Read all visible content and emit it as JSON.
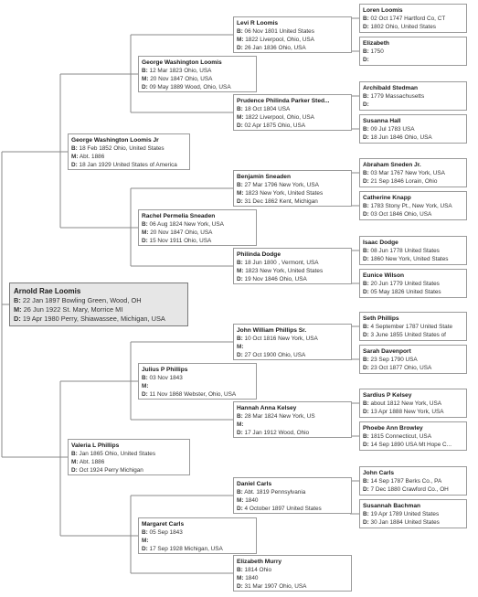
{
  "people": {
    "arnold": {
      "name": "Arnold Rae Loomis",
      "b": "22 Jan 1897 Bowling Green, Wood, OH",
      "m": "26 Jun 1922 St. Mary, Morrice MI",
      "d": "19 Apr 1980 Perry, Shiawassee, Michigan, USA"
    },
    "gwl_jr": {
      "name": "George Washington Loomis Jr",
      "b": "18 Feb 1852 Ohio, United States",
      "m": "Abt. 1886",
      "d": "18 Jan 1929 United States of America"
    },
    "valeria": {
      "name": "Valeria L Phillips",
      "b": "Jan 1865 Ohio, United States",
      "m": "Abt. 1886",
      "d": "Oct 1924 Perry Michigan"
    },
    "gwl": {
      "name": "George Washington Loomis",
      "b": "12 Mar 1823 Ohio, USA",
      "m": "20 Nov 1847 Ohio, USA",
      "d": "09 May 1889 Wood, Ohio, USA"
    },
    "rachel": {
      "name": "Rachel Permelia Sneaden",
      "b": "06 Aug 1824 New York, USA",
      "m": "20 Nov 1847 Ohio, USA",
      "d": "15 Nov 1911 Ohio, USA"
    },
    "julius": {
      "name": "Julius P Phillips",
      "b": "03 Nov 1843",
      "m": "",
      "d": "11 Nov 1868 Webster, Ohio, USA"
    },
    "margaret": {
      "name": "Margaret Carls",
      "b": "05 Sep 1843",
      "m": "",
      "d": "17 Sep 1928 Michigan, USA"
    },
    "levi": {
      "name": "Levi R Loomis",
      "b": "06 Nov 1801 United States",
      "m": "1822 Liverpool, Ohio, USA",
      "d": "26 Jan 1836 Ohio, USA"
    },
    "prudence": {
      "name": "Prudence Philinda Parker Sted...",
      "b": "18 Oct 1804 USA",
      "m": "1822 Liverpool, Ohio, USA",
      "d": "02 Apr 1875 Ohio, USA"
    },
    "benjamin": {
      "name": "Benjamin Sneaden",
      "b": "27 Mar 1796 New York, USA",
      "m": "1823 New York, United States",
      "d": "31 Dec 1862 Kent, Michigan"
    },
    "philinda": {
      "name": "Philinda Dodge",
      "b": "18 Jun 1800 , Vermont, USA",
      "m": "1823 New York, United States",
      "d": "19 Nov 1846 Ohio, USA"
    },
    "jwp": {
      "name": "John William Phillips Sr.",
      "b": "10 Oct 1816 New York, USA",
      "m": "",
      "d": "27 Oct 1900 Ohio, USA"
    },
    "hannah": {
      "name": "Hannah Anna Kelsey",
      "b": "28 Mar 1824 New York, US",
      "m": "",
      "d": "17 Jan 1912 Wood, Ohio"
    },
    "daniel": {
      "name": "Daniel Carls",
      "b": "Abt. 1819 Pennsylvania",
      "m": "1840",
      "d": "4 October 1897 United States"
    },
    "elizabeth_m": {
      "name": "Elizabeth Murry",
      "b": "1814 Ohio",
      "m": "1840",
      "d": "31 Mar 1907 Ohio, USA"
    },
    "loren": {
      "name": "Loren Loomis",
      "b": "02 Oct 1747 Hartford Co, CT",
      "d": "1802 Ohio, United States"
    },
    "elizabeth_l": {
      "name": "Elizabeth",
      "b": "1750",
      "d": ""
    },
    "archibald": {
      "name": "Archibald Stedman",
      "b": "1779 Massachusetts",
      "d": ""
    },
    "susanna_h": {
      "name": "Susanna Hall",
      "b": "09 Jul 1783 USA",
      "d": "18 Jun 1846 Ohio, USA"
    },
    "abraham": {
      "name": "Abraham Sneden Jr.",
      "b": "03 Mar 1767 New York, USA",
      "d": "21 Sep 1846 Lorain, Ohio"
    },
    "catherine": {
      "name": "Catherine Knapp",
      "b": "1783 Stony Pt., New York, USA",
      "d": "03 Oct 1846 Ohio, USA"
    },
    "isaac": {
      "name": "Isaac Dodge",
      "b": "08 Jun 1778 United States",
      "d": "1860 New York, United States"
    },
    "eunice": {
      "name": "Eunice Wilson",
      "b": "20 Jun 1779 United States",
      "d": "05 May 1826 United States"
    },
    "seth": {
      "name": "Seth Phillips",
      "b": "4 September 1787 United State",
      "d": "3 June 1855 United States of"
    },
    "sarah": {
      "name": "Sarah Davenport",
      "b": "23 Sep 1790 USA",
      "d": "23 Oct 1877 Ohio, USA"
    },
    "sardius": {
      "name": "Sardius P Kelsey",
      "b": "about 1812 New York, USA",
      "d": "13 Apr 1888 New York, USA"
    },
    "phoebe": {
      "name": "Phoebe Ann Browley",
      "b": "1815 Connecticut, USA",
      "d": "14 Sep 1890 USA Mt Hope C..."
    },
    "john_c": {
      "name": "John Carls",
      "b": "14 Sep 1787 Berks Co., PA",
      "d": "7 Dec 1880 Crawford Co., OH"
    },
    "susannah_b": {
      "name": "Susannah Bachman",
      "b": "19 Apr 1789 United States",
      "d": "30 Jan 1884 United States"
    }
  },
  "labels": {
    "born": "B:",
    "married": "M:",
    "died": "D:"
  }
}
